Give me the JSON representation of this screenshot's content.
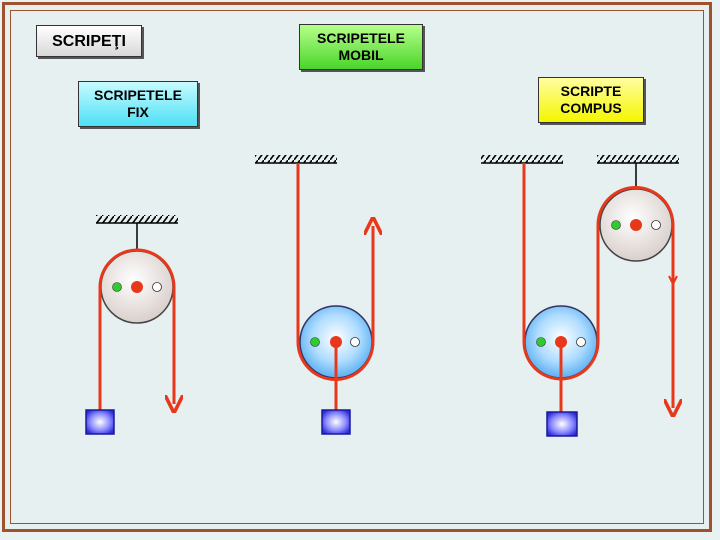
{
  "title": "SCRIPEŢI",
  "sections": {
    "mobil": "SCRIPETELE\nMOBIL",
    "fix": "SCRIPETELE\nFIX",
    "compus": "SCRIPTE\nCOMPUS"
  },
  "colors": {
    "rope": "#e8381c",
    "axle": "#e8381c",
    "left_dot": "#2ecc2e",
    "right_dot": "#ffffff",
    "fixed_pulley": "#e0d8d6",
    "mobile_pulley": "#7fc8ff",
    "weight": "#4a4aff",
    "border": "#a0522d"
  }
}
